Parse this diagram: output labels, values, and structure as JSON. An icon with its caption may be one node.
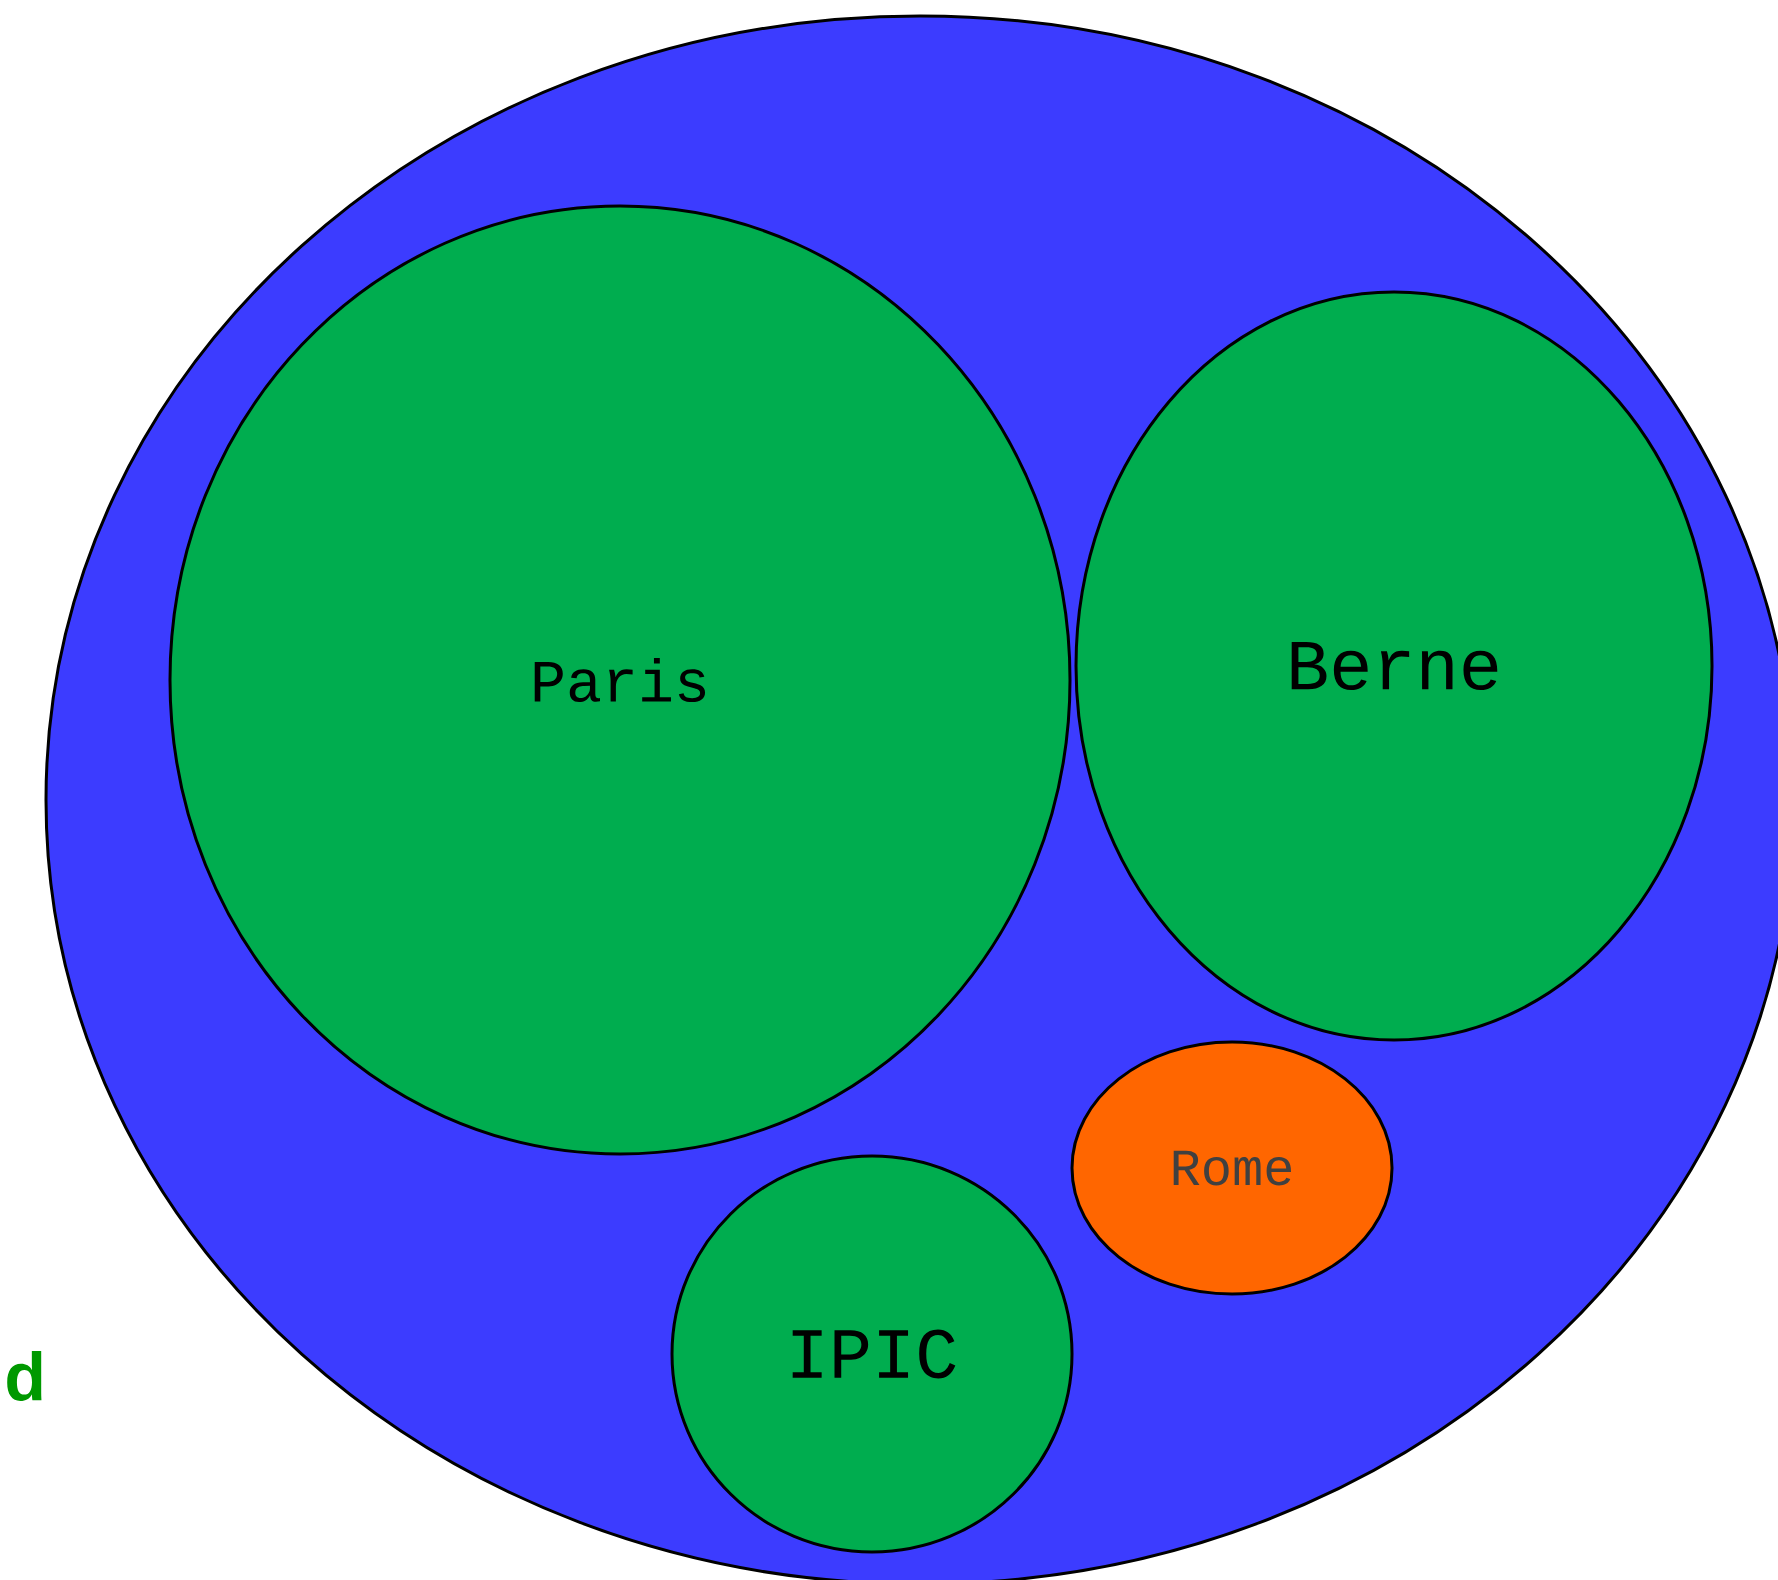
{
  "diagram": {
    "nodes": [
      {
        "text": [],
        "shape": "circle"
      },
      {
        "text": [
          "Paris"
        ],
        "in": 0
      },
      {
        "text": [
          "Berne"
        ],
        "in": 0
      },
      {
        "text": [
          "Rome"
        ],
        "in": 0
      },
      {
        "text": [
          "IPIC"
        ],
        "in": 0
      }
    ],
    "labels": [
      "d"
    ]
  }
}
